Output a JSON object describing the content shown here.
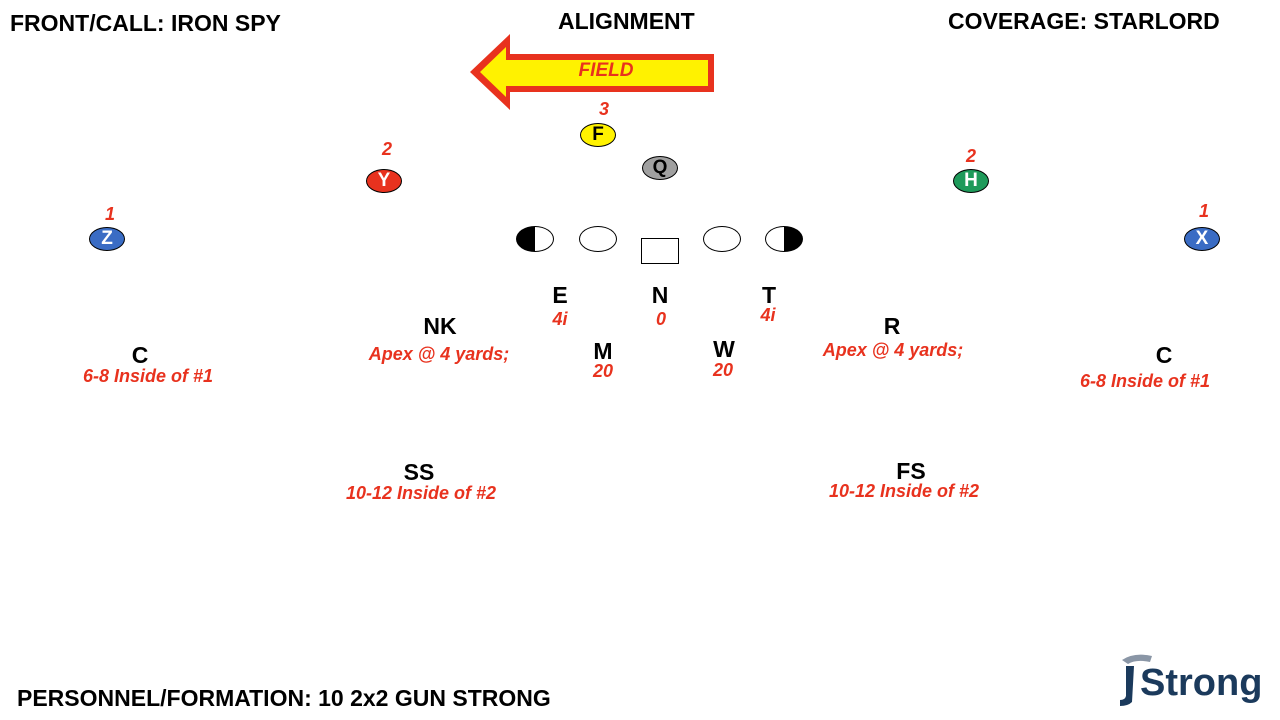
{
  "header": {
    "front_call": "FRONT/CALL: IRON SPY",
    "title": "ALIGNMENT",
    "coverage": "COVERAGE: STARLORD"
  },
  "footer": {
    "personnel": "PERSONNEL/FORMATION: 10 2x2 GUN STRONG"
  },
  "arrow": {
    "label": "FIELD",
    "fill": "#fff200",
    "stroke": "#e8321e"
  },
  "offense": {
    "F": {
      "letter": "F",
      "number": "3",
      "color": "#fff200"
    },
    "Q": {
      "letter": "Q",
      "color": "#a0a0a0"
    },
    "Y": {
      "letter": "Y",
      "number": "2",
      "color": "#e8321e"
    },
    "H": {
      "letter": "H",
      "number": "2",
      "color": "#1e9a5a"
    },
    "Z": {
      "letter": "Z",
      "number": "1",
      "color": "#3a6cc4"
    },
    "X": {
      "letter": "X",
      "number": "1",
      "color": "#3a6cc4"
    }
  },
  "defense": {
    "E": {
      "label": "E",
      "technique": "4i"
    },
    "N": {
      "label": "N",
      "technique": "0"
    },
    "T": {
      "label": "T",
      "technique": "4i"
    },
    "NK": {
      "label": "NK",
      "note": "Apex @ 4 yards;"
    },
    "R": {
      "label": "R",
      "note": "Apex @ 4 yards;"
    },
    "M": {
      "label": "M",
      "depth": "20"
    },
    "W": {
      "label": "W",
      "depth": "20"
    },
    "C_left": {
      "label": "C",
      "note": "6-8 Inside of #1"
    },
    "C_right": {
      "label": "C",
      "note": "6-8 Inside of #1"
    },
    "SS": {
      "label": "SS",
      "note": "10-12 Inside of #2"
    },
    "FS": {
      "label": "FS",
      "note": "10-12 Inside of #2"
    }
  },
  "logo": {
    "text": "Strong"
  }
}
